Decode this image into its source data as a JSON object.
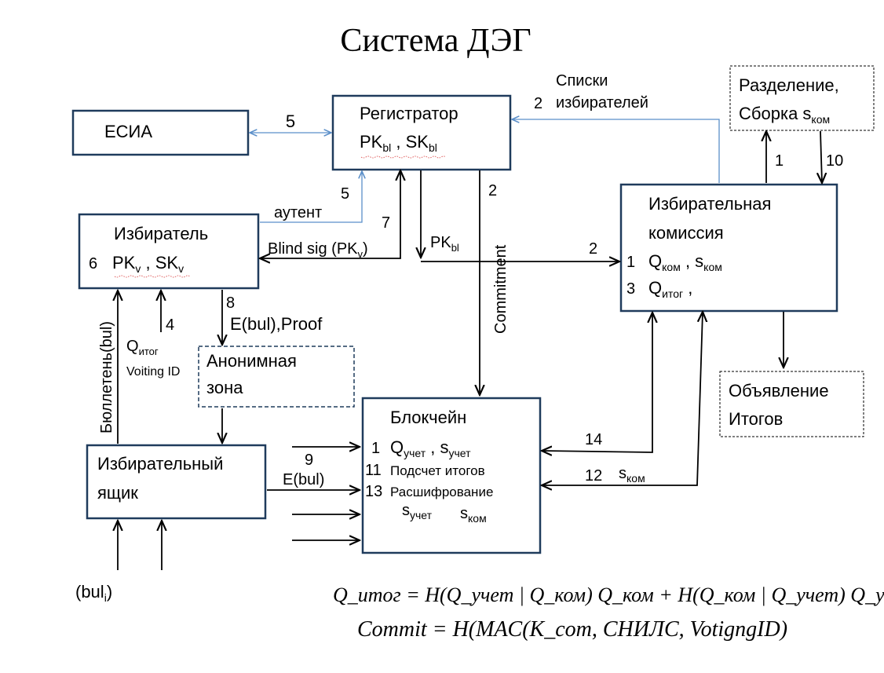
{
  "title": "Система ДЭГ",
  "nodes": {
    "esia": {
      "label": "ЕСИА"
    },
    "registrar": {
      "label": "Регистратор",
      "keys": {
        "pk": "PK",
        "pk_sub": "bl",
        "sep": " , ",
        "sk": "SK",
        "sk_sub": "bl"
      }
    },
    "voter": {
      "label": "Избиратель",
      "num": "6",
      "keys": {
        "pk": "PK",
        "pk_sub": "v",
        "sep": " , ",
        "sk": "SK",
        "sk_sub": "v"
      }
    },
    "commission": {
      "label1": "Избирательная",
      "label2": "комиссия",
      "row1": {
        "num": "1",
        "q": "Q",
        "q_sub": "ком",
        "sep": " , ",
        "s": "s",
        "s_sub": "ком"
      },
      "row3": {
        "num": "3",
        "q": "Q",
        "q_sub": "итог",
        "tail": " ,"
      }
    },
    "split": {
      "line1": "Разделение,",
      "line2": "Сборка s",
      "line2_sub": "ком"
    },
    "anon": {
      "line1": "Анонимная",
      "line2": "зона"
    },
    "results": {
      "line1": "Объявление",
      "line2": "Итогов"
    },
    "ballot_box": {
      "line1": "Избирательный",
      "line2": "ящик"
    },
    "blockchain": {
      "label": "Блокчейн",
      "row1": {
        "num": "1",
        "q": "Q",
        "q_sub": "учет",
        "sep": " , ",
        "s": "s",
        "s_sub": "учет"
      },
      "row11": {
        "num": "11",
        "text": "Подсчет итогов"
      },
      "row13": {
        "num": "13",
        "text": "Расшифрование"
      },
      "row_s": {
        "s1": "s",
        "s1_sub": "учет",
        "s2": "s",
        "s2_sub": "ком"
      }
    }
  },
  "edges": {
    "esia_reg": "5",
    "lists": {
      "num": "2",
      "line1": "Списки",
      "line2": "избирателей"
    },
    "auth": {
      "num": "5",
      "text": "аутент"
    },
    "blind": {
      "num": "7",
      "text": "Blind sig (PK",
      "sub": "v",
      "tail": ")"
    },
    "pkbl": {
      "text": "PK",
      "sub": "bl",
      "num": "2"
    },
    "commitment": {
      "num": "2",
      "text": "Commitment"
    },
    "q_total": {
      "num": "4",
      "q": "Q",
      "q_sub": "итог",
      "text": "Voiting ID"
    },
    "ebul_proof": {
      "num": "8",
      "text": "E(bul),Proof"
    },
    "bulletin": "Бюллетень(bul)",
    "ebul": {
      "num": "9",
      "text": "E(bul)"
    },
    "to_commission": "14",
    "s_com": {
      "num": "12",
      "s": "s",
      "s_sub": "ком"
    },
    "split_up": "1",
    "split_down": "10",
    "bul_in": {
      "text": "(bul",
      "sub": "i",
      "tail": ")"
    }
  },
  "formulas": {
    "q_total": "Q_итог = H(Q_учет | Q_ком) Q_ком + H(Q_ком | Q_учет) Q_учетчик",
    "commit": "Commit = H(MAC(K_com, СНИЛС, VotigngID)"
  }
}
